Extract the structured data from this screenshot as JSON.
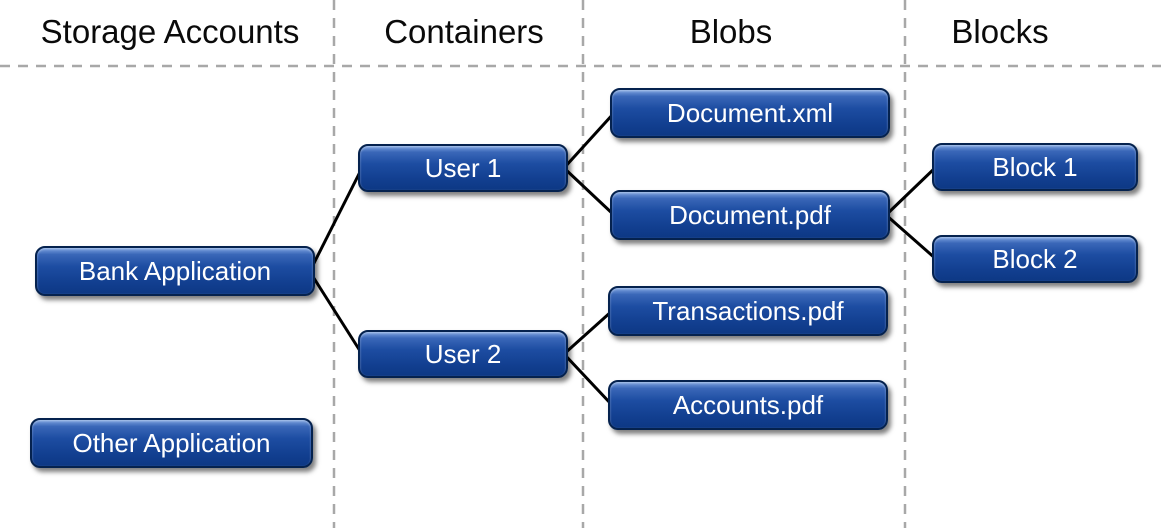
{
  "diagram": {
    "columns": [
      {
        "id": "storage-accounts",
        "label": "Storage Accounts"
      },
      {
        "id": "containers",
        "label": "Containers"
      },
      {
        "id": "blobs",
        "label": "Blobs"
      },
      {
        "id": "blocks",
        "label": "Blocks"
      }
    ],
    "nodes": [
      {
        "id": "bank-application",
        "label": "Bank Application",
        "column": "storage-accounts"
      },
      {
        "id": "other-application",
        "label": "Other Application",
        "column": "storage-accounts"
      },
      {
        "id": "user-1",
        "label": "User 1",
        "column": "containers"
      },
      {
        "id": "user-2",
        "label": "User 2",
        "column": "containers"
      },
      {
        "id": "document-xml",
        "label": "Document.xml",
        "column": "blobs"
      },
      {
        "id": "document-pdf",
        "label": "Document.pdf",
        "column": "blobs"
      },
      {
        "id": "transactions-pdf",
        "label": "Transactions.pdf",
        "column": "blobs"
      },
      {
        "id": "accounts-pdf",
        "label": "Accounts.pdf",
        "column": "blobs"
      },
      {
        "id": "block-1",
        "label": "Block 1",
        "column": "blocks"
      },
      {
        "id": "block-2",
        "label": "Block 2",
        "column": "blocks"
      }
    ],
    "edges": [
      {
        "from": "bank-application",
        "to": "user-1"
      },
      {
        "from": "bank-application",
        "to": "user-2"
      },
      {
        "from": "user-1",
        "to": "document-xml"
      },
      {
        "from": "user-1",
        "to": "document-pdf"
      },
      {
        "from": "user-2",
        "to": "transactions-pdf"
      },
      {
        "from": "user-2",
        "to": "accounts-pdf"
      },
      {
        "from": "document-pdf",
        "to": "block-1"
      },
      {
        "from": "document-pdf",
        "to": "block-2"
      }
    ],
    "colors": {
      "node_fill": "#16469a",
      "node_fill_highlight": "#7da3e0",
      "node_border": "#05224e",
      "node_text": "#ffffff",
      "header_text": "#0a0a0a",
      "separator": "#a8a8a8",
      "connector": "#000000",
      "background": "#ffffff"
    }
  }
}
